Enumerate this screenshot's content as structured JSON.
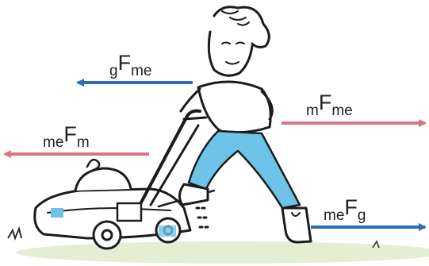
{
  "colors": {
    "blue_arrow": "#2d6db5",
    "red_arrow": "#d97583",
    "label_text": "#222222",
    "sketch": "#1c1c1c",
    "jeans": "#6ec3e8",
    "grass": "#dfe8c8"
  },
  "forces": [
    {
      "id": "g-on-me",
      "pre": "g",
      "main": "F",
      "sub": "me",
      "direction": "left",
      "color": "blue"
    },
    {
      "id": "m-on-me",
      "pre": "m",
      "main": "F",
      "sub": "me",
      "direction": "right",
      "color": "red"
    },
    {
      "id": "me-on-m",
      "pre": "me",
      "main": "F",
      "sub": "m",
      "direction": "left",
      "color": "red"
    },
    {
      "id": "me-on-g",
      "pre": "me",
      "main": "F",
      "sub": "g",
      "direction": "right",
      "color": "blue"
    }
  ],
  "illustration": {
    "subject": "person-pushing-lawn-mower"
  }
}
